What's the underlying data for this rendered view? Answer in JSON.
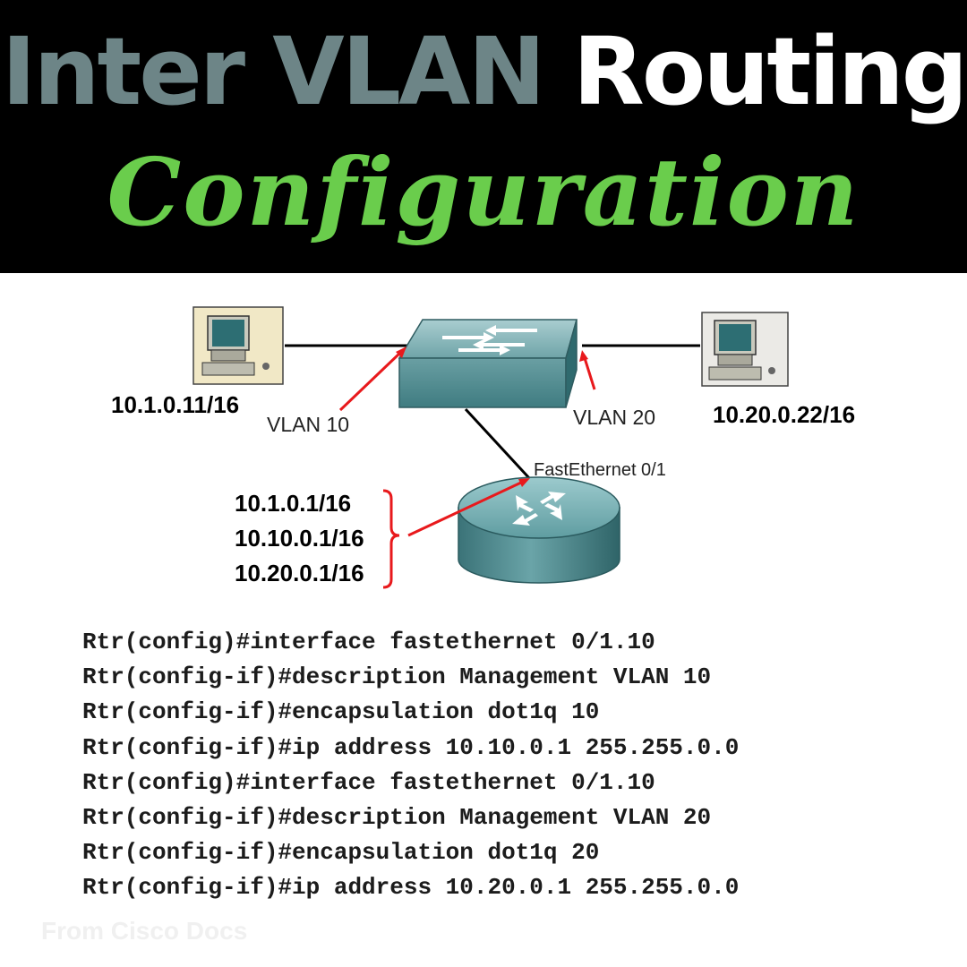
{
  "header": {
    "title_part1": "Inter VLAN",
    "title_part2": "Routing",
    "subtitle": "Configuration",
    "colors": {
      "background": "#000000",
      "title_part1": "#6d8587",
      "title_part2": "#ffffff",
      "subtitle": "#6acd4c"
    }
  },
  "diagram": {
    "pc_left_ip": "10.1.0.11/16",
    "pc_right_ip": "10.20.0.22/16",
    "vlan_left": "VLAN 10",
    "vlan_right": "VLAN 20",
    "router_interface": "FastEthernet 0/1",
    "router_addresses": [
      "10.1.0.1/16",
      "10.10.0.1/16",
      "10.20.0.1/16"
    ],
    "colors": {
      "arrow": "#e8191c",
      "device": "#4e8e92"
    }
  },
  "config_lines": [
    "Rtr(config)#interface fastethernet 0/1.10",
    "Rtr(config-if)#description Management VLAN 10",
    "Rtr(config-if)#encapsulation dot1q 10",
    "Rtr(config-if)#ip address 10.10.0.1 255.255.0.0",
    "Rtr(config)#interface fastethernet 0/1.10",
    "Rtr(config-if)#description Management VLAN 20",
    "Rtr(config-if)#encapsulation dot1q 20",
    "Rtr(config-if)#ip address 10.20.0.1 255.255.0.0"
  ],
  "credit": "From Cisco Docs"
}
